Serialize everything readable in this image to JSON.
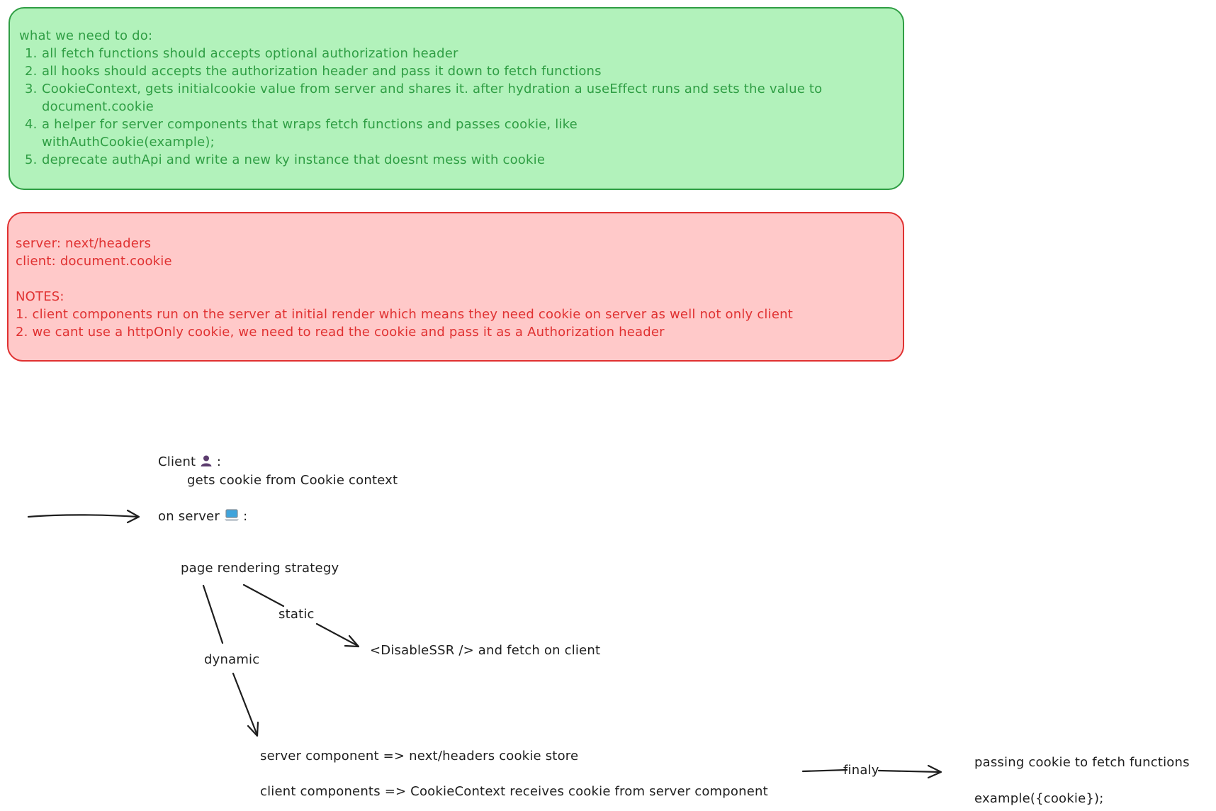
{
  "todo": {
    "heading": "what we need to do:",
    "items": [
      {
        "num": "1.",
        "lines": [
          "all fetch functions should accepts optional authorization header"
        ]
      },
      {
        "num": "2.",
        "lines": [
          "all hooks should accepts the authorization header and pass it down to fetch functions"
        ]
      },
      {
        "num": "3.",
        "lines": [
          "CookieContext, gets initialcookie value from server and shares it. after hydration a useEffect runs and sets the value to",
          "document.cookie"
        ]
      },
      {
        "num": "4.",
        "lines": [
          "a helper for server components that wraps fetch functions and passes cookie, like",
          "withAuthCookie(example);"
        ]
      },
      {
        "num": "5.",
        "lines": [
          "deprecate authApi and write a new ky instance that doesnt mess with cookie"
        ]
      }
    ],
    "colors": {
      "fill": "#b2f2bb",
      "stroke": "#2f9e44"
    }
  },
  "notes": {
    "server_line": "server:   next/headers",
    "client_line": "client: document.cookie",
    "heading": "NOTES:",
    "items": [
      "1. client components run on the server at initial render which means they need cookie on server as well not only client",
      "2. we cant use a httpOnly cookie, we need to read the cookie and pass it as a Authorization header"
    ],
    "colors": {
      "fill": "#ffc9c9",
      "stroke": "#e03131"
    }
  },
  "diagram": {
    "client_label": "Client",
    "client_icon": "user-silhouette-icon",
    "client_desc": "gets cookie from Cookie context",
    "server_label": "on server",
    "server_icon": "laptop-icon",
    "colon": ":",
    "strategy": "page rendering strategy",
    "static_label": "static",
    "dynamic_label": "dynamic",
    "static_result": "<DisableSSR /> and fetch on client",
    "server_component": "server component  => next/headers cookie store",
    "client_components": "client components  => CookieContext receives cookie from server component",
    "finaly_label": "finaly",
    "final_line1": "passing cookie to fetch functions",
    "final_line2": "example({cookie});",
    "colors": {
      "text": "#1e1e1e"
    }
  }
}
